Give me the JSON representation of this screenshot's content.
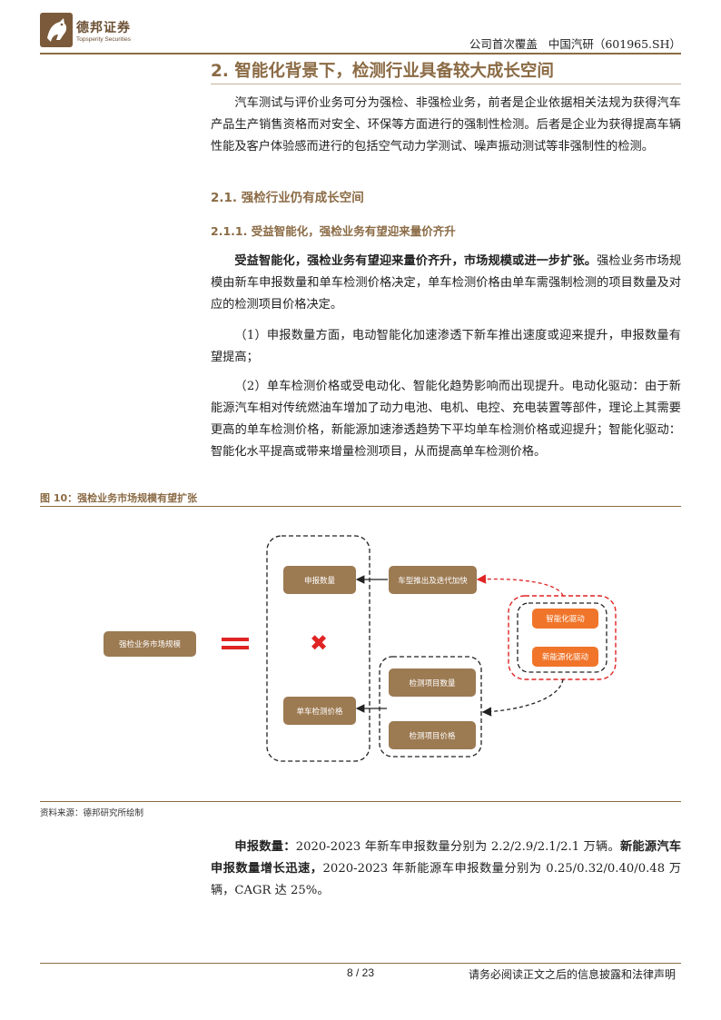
{
  "header": {
    "logo_cn": "德邦证券",
    "logo_en": "Topsperity Securities",
    "report_type": "公司首次覆盖",
    "company": "中国汽研（601965.SH）"
  },
  "section": {
    "title": "2. 智能化背景下，检测行业具备较大成长空间",
    "intro": "汽车测试与评价业务可分为强检、非强检业务，前者是企业依据相关法规为获得汽车产品生产销售资格而对安全、环保等方面进行的强制性检测。后者是企业为获得提高车辆性能及客户体验感而进行的包括空气动力学测试、噪声振动测试等非强制性的检测。",
    "sub_title": "2.1. 强检行业仍有成长空间",
    "subsub_title": "2.1.1. 受益智能化，强检业务有望迎来量价齐升",
    "p1_bold": "受益智能化，强检业务有望迎来量价齐升，市场规模或进一步扩张。",
    "p1_text": "强检业务市场规模由新车申报数量和单车检测价格决定，单车检测价格由单车需强制检测的项目数量及对应的检测项目价格决定。",
    "p2": "（1）申报数量方面，电动智能化加速渗透下新车推出速度或迎来提升，申报数量有望提高；",
    "p3": "（2）单车检测价格或受电动化、智能化趋势影响而出现提升。电动化驱动：由于新能源汽车相对传统燃油车增加了动力电池、电机、电控、充电装置等部件，理论上其需要更高的单车检测价格，新能源加速渗透趋势下平均单车检测价格或迎提升；智能化驱动：智能化水平提高或带来增量检测项目，从而提高单车检测价格。"
  },
  "figure": {
    "title": "图 10：强检业务市场规模有望扩张",
    "market_scale": "强检业务市场规模",
    "declare_count": "申报数量",
    "unit_price": "单车检测价格",
    "new_model_speed": "车型推出及迭代加快",
    "intelligent_drive": "智能化驱动",
    "ev_drive": "新能源化驱动",
    "test_item_count": "检测项目数量",
    "test_item_price": "检测项目价格",
    "equals": "=",
    "times": "✖",
    "source": "资料来源：德邦研究所绘制",
    "colors": {
      "brown": "#9c7a52",
      "orange": "#f0752a",
      "red": "#e02424",
      "accent": "#8b6b45"
    }
  },
  "after": {
    "bold1": "申报数量：",
    "text1": "2020-2023 年新车申报数量分别为 2.2/2.9/2.1/2.1 万辆。",
    "bold2": "新能源汽车申报数量增长迅速，",
    "text2": "2020-2023 年新能源车申报数量分别为 0.25/0.32/0.40/0.48 万辆，CAGR 达 25%。"
  },
  "footer": {
    "page": "8 / 23",
    "disclaimer": "请务必阅读正文之后的信息披露和法律声明"
  }
}
